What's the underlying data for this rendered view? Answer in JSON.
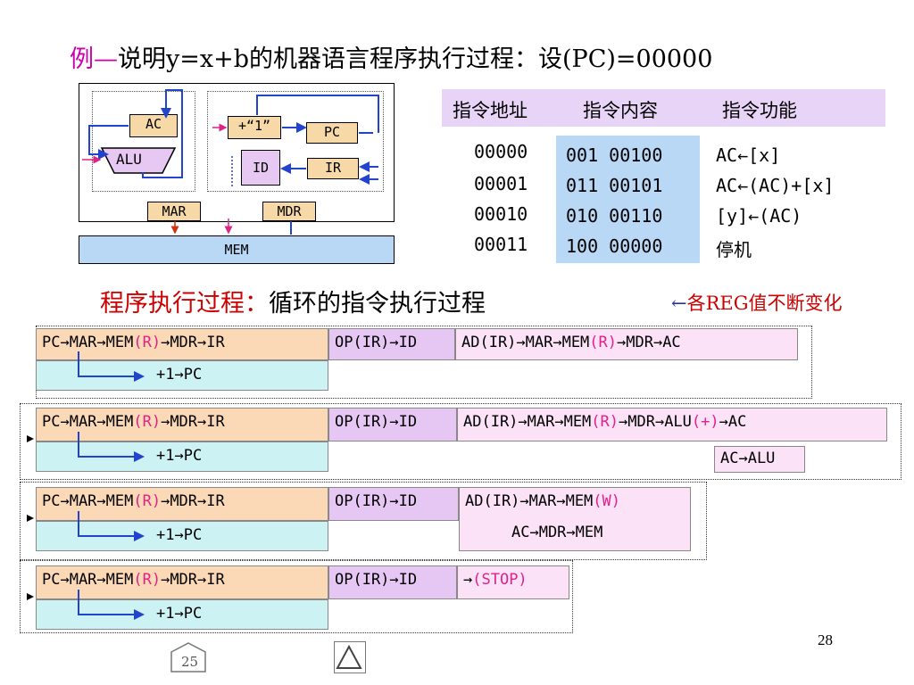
{
  "title": {
    "lead": "例—",
    "rest": "说明y=x+b的机器语言程序执行过程：设(PC)=00000"
  },
  "diagram": {
    "ac": "AC",
    "alu": "ALU",
    "plus1": "+“1”",
    "pc": "PC",
    "id": "ID",
    "ir": "IR",
    "mar": "MAR",
    "mdr": "MDR",
    "mem": "MEM"
  },
  "table": {
    "headers": [
      "指令地址",
      "指令内容",
      "指令功能"
    ],
    "rows": [
      {
        "addr": "00000",
        "code": "001 00100",
        "func": "AC←[x]"
      },
      {
        "addr": "00001",
        "code": "011 00101",
        "func": "AC←(AC)+[x]"
      },
      {
        "addr": "00010",
        "code": "010 00110",
        "func": "[y]←(AC)"
      },
      {
        "addr": "00011",
        "code": "100 00000",
        "func": "停机"
      }
    ]
  },
  "heading": {
    "red": "程序执行过程：",
    "black": "循环的指令执行过程"
  },
  "note": {
    "arrow": "←",
    "text": "各REG值不断变化"
  },
  "cycles": [
    {
      "fetch": "PC→MAR→MEM(R)→MDR→IR",
      "pc_inc": "+1→PC",
      "decode": "OP(IR)→ID",
      "exec": "AD(IR)→MAR→MEM(R)→MDR→AC",
      "extra": ""
    },
    {
      "fetch": "PC→MAR→MEM(R)→MDR→IR",
      "pc_inc": "+1→PC",
      "decode": "OP(IR)→ID",
      "exec": "AD(IR)→MAR→MEM(R)→MDR→ALU(+)→AC",
      "extra": "AC→ALU"
    },
    {
      "fetch": "PC→MAR→MEM(R)→MDR→IR",
      "pc_inc": "+1→PC",
      "decode": "OP(IR)→ID",
      "exec": "AD(IR)→MAR→MEM(W)",
      "extra": "AC→MDR→MEM"
    },
    {
      "fetch": "PC→MAR→MEM(R)→MDR→IR",
      "pc_inc": "+1→PC",
      "decode": "OP(IR)→ID",
      "exec": "→(STOP)",
      "extra": ""
    }
  ],
  "page_number": "28",
  "nav": {
    "prev_label": "25",
    "home_icon": "triangle-icon"
  }
}
